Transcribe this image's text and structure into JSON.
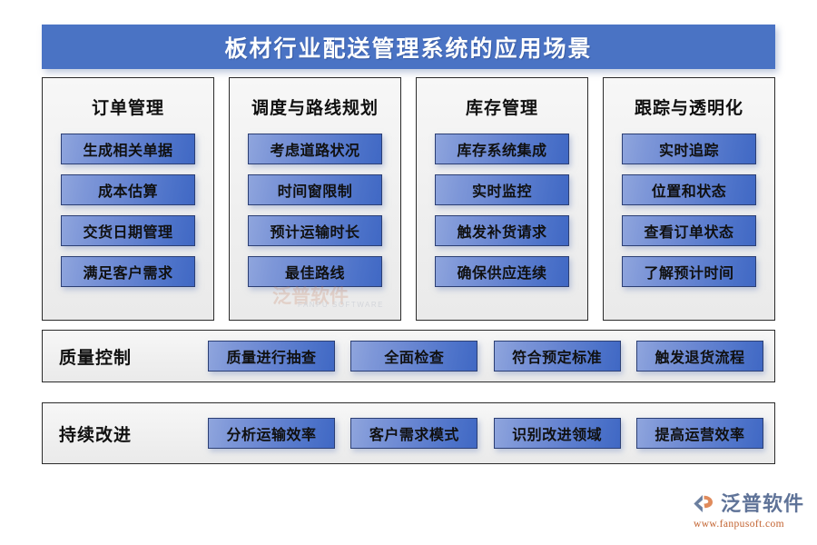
{
  "header": {
    "title": "板材行业配送管理系统的应用场景",
    "bar_color": "#4a73c4",
    "text_color": "#ffffff"
  },
  "theme": {
    "chip_gradient_from": "#8fa5dd",
    "chip_gradient_to": "#4068c4",
    "chip_border": "#2c3f74",
    "panel_bg": "#f2f2f2",
    "panel_border": "#2b2b2b"
  },
  "columns": [
    {
      "title": "订单管理",
      "items": [
        "生成相关单据",
        "成本估算",
        "交货日期管理",
        "满足客户需求"
      ]
    },
    {
      "title": "调度与路线规划",
      "items": [
        "考虑道路状况",
        "时间窗限制",
        "预计运输时长",
        "最佳路线"
      ]
    },
    {
      "title": "库存管理",
      "items": [
        "库存系统集成",
        "实时监控",
        "触发补货请求",
        "确保供应连续"
      ]
    },
    {
      "title": "跟踪与透明化",
      "items": [
        "实时追踪",
        "位置和状态",
        "查看订单状态",
        "了解预计时间"
      ]
    }
  ],
  "rows": [
    {
      "title": "质量控制",
      "items": [
        "质量进行抽查",
        "全面检查",
        "符合预定标准",
        "触发退货流程"
      ]
    },
    {
      "title": "持续改进",
      "items": [
        "分析运输效率",
        "客户需求模式",
        "识别改进领域",
        "提高运营效率"
      ]
    }
  ],
  "watermark": {
    "mark": "泛普软件",
    "sub": "FANPU SOFTWARE"
  },
  "brand": {
    "name": "泛普软件",
    "url": "www.fanpusoft.com",
    "icon": "fanpu-logo-icon"
  }
}
